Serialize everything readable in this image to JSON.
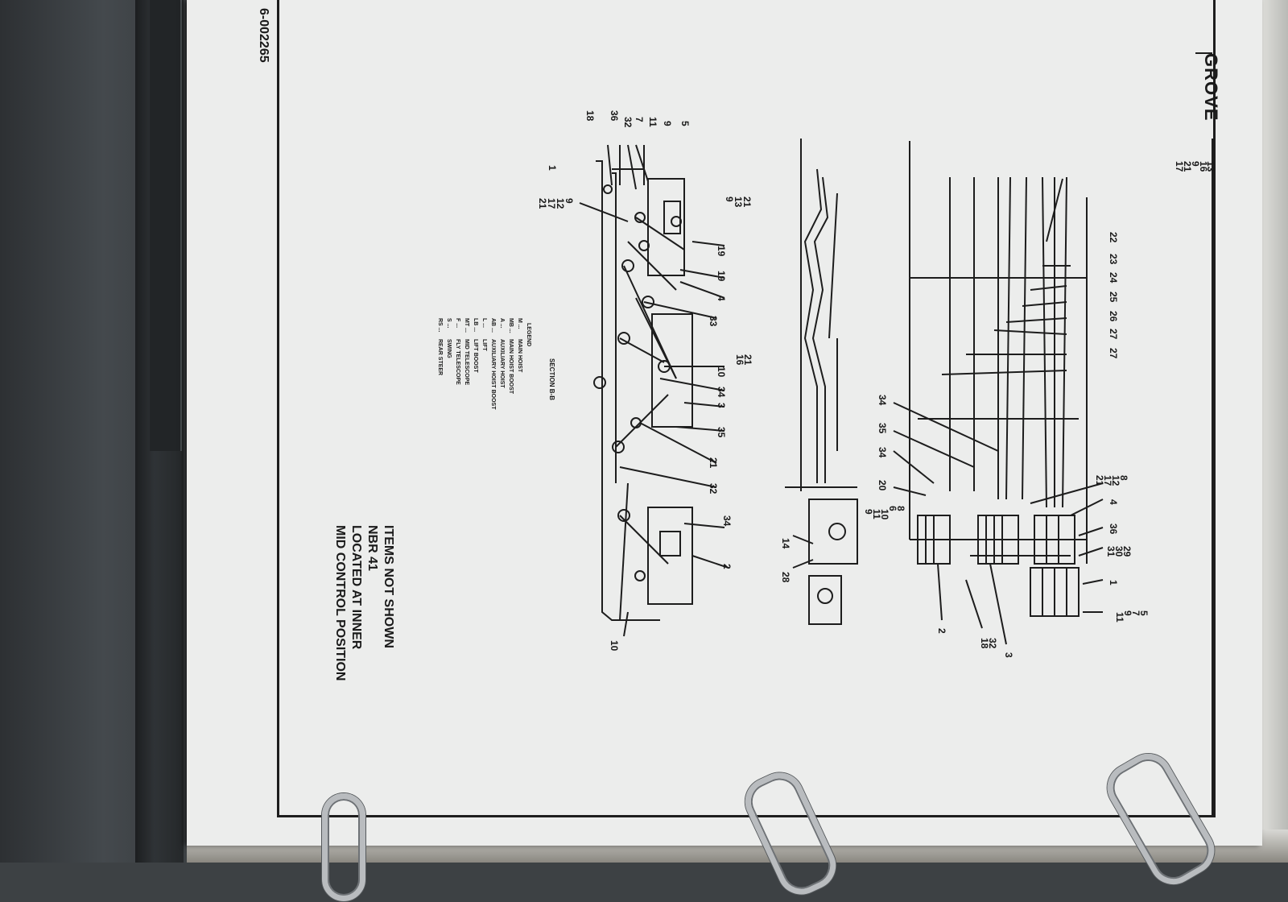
{
  "doc_number": "6-002265",
  "brand": "GROVE",
  "section_title": "SECTION B-B",
  "legend": {
    "title": "LEGEND",
    "entries": [
      {
        "code": "M",
        "label": "MAIN HOIST"
      },
      {
        "code": "MB",
        "label": "MAIN HOIST BOOST"
      },
      {
        "code": "A",
        "label": "AUXILIARY HOIST"
      },
      {
        "code": "AB",
        "label": "AUXILIARY HOIST BOOST"
      },
      {
        "code": "L",
        "label": "LIFT"
      },
      {
        "code": "LB",
        "label": "LIFT BOOST"
      },
      {
        "code": "MT",
        "label": "MID TELESCOPE"
      },
      {
        "code": "F",
        "label": "FLY TELESCOPE"
      },
      {
        "code": "S",
        "label": "SWING"
      },
      {
        "code": "RS",
        "label": "REAR STEER"
      }
    ]
  },
  "note_lines": [
    "ITEMS NOT SHOWN",
    "NBR 41",
    "LOCATED AT INNER",
    "MID CONTROL POSITION"
  ],
  "callouts_left": [
    "5",
    "9",
    "11",
    "7",
    "32",
    "36",
    "18",
    "1",
    "9",
    "12",
    "17",
    "21",
    "21",
    "13",
    "9",
    "19",
    "19",
    "4",
    "33",
    "21",
    "16",
    "10",
    "34",
    "3",
    "35",
    "21",
    "32",
    "34",
    "2",
    "10"
  ],
  "callouts_middle": [
    "14",
    "28"
  ],
  "callouts_right": [
    "13",
    "16",
    "9",
    "21",
    "17",
    "22",
    "23",
    "24",
    "25",
    "26",
    "27",
    "27",
    "34",
    "35",
    "34",
    "20",
    "8",
    "6",
    "10",
    "11",
    "9",
    "8",
    "12",
    "17",
    "21",
    "4",
    "36",
    "29",
    "30",
    "31",
    "1",
    "5",
    "7",
    "9",
    "11",
    "2",
    "18",
    "32",
    "3"
  ],
  "colors": {
    "page": "#ecedec",
    "ink": "#1d1d1d",
    "binder": "#3d4144",
    "ring": "#b9bcbf"
  }
}
